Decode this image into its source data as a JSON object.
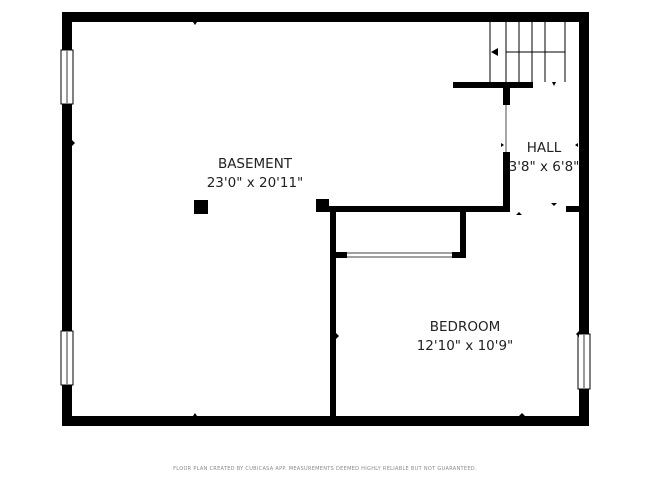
{
  "rooms": [
    {
      "name": "BASEMENT",
      "dimensions": "23'0\" x 20'11\""
    },
    {
      "name": "HALL",
      "dimensions": "3'8\" x 6'8\""
    },
    {
      "name": "BEDROOM",
      "dimensions": "12'10\" x 10'9\""
    }
  ],
  "footer": "FLOOR PLAN CREATED BY CUBICASA APP. MEASUREMENTS DEEMED HIGHLY RELIABLE BUT NOT GUARANTEED.",
  "colors": {
    "wall": "#000000",
    "window": "#ffffff",
    "text": "#222222",
    "footer": "#8a8a8a"
  }
}
